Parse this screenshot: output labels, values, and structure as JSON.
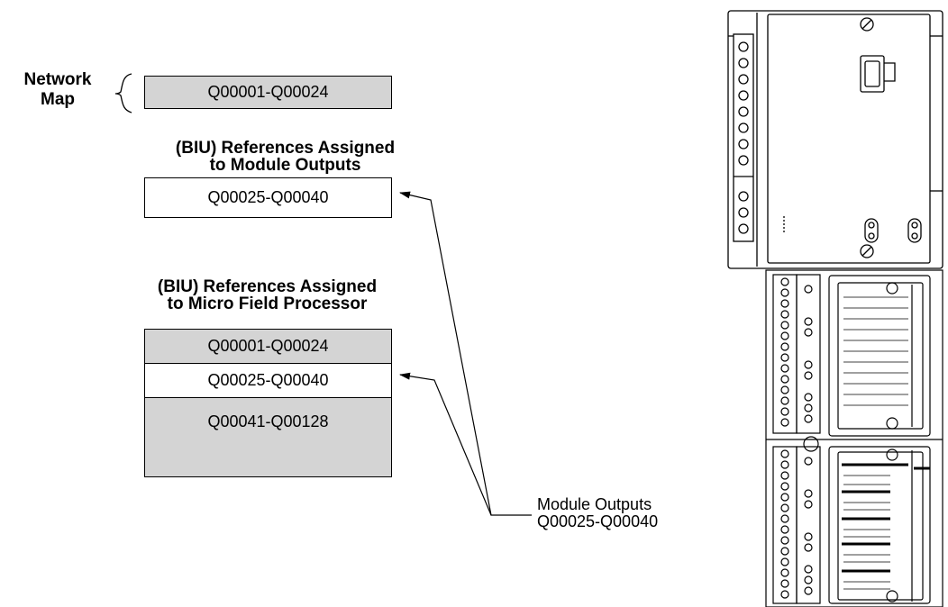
{
  "network_map": {
    "label": "Network Map",
    "value": "Q00001-Q00024"
  },
  "module_outputs_block": {
    "heading_line1": "(BIU) References Assigned",
    "heading_line2": "to Module Outputs",
    "value": "Q00025-Q00040"
  },
  "micro_field_processor_block": {
    "heading_line1": "(BIU) References Assigned",
    "heading_line2": "to Micro Field Processor",
    "rows": [
      "Q00001-Q00024",
      "Q00025-Q00040",
      "Q00041-Q00128"
    ]
  },
  "callout": {
    "line1": "Module Outputs",
    "line2": "Q00025-Q00040"
  },
  "colors": {
    "fill_gray": "#d4d4d4",
    "line": "#000000"
  }
}
